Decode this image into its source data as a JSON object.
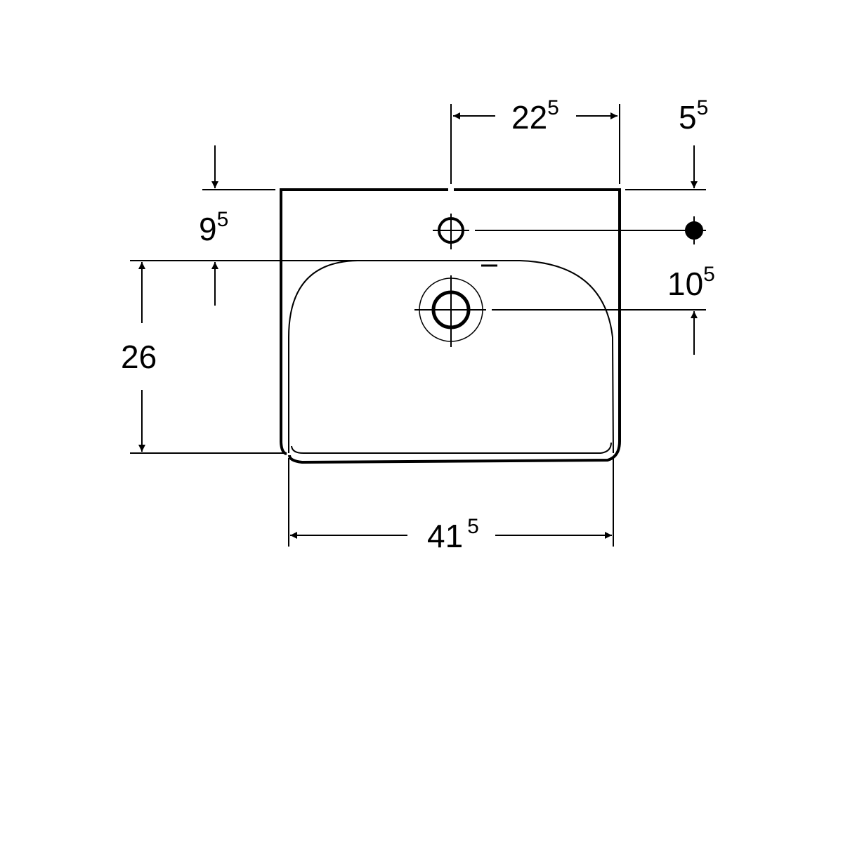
{
  "drawing": {
    "title": "Washbasin dimension drawing",
    "dimensions": {
      "tap_offset": {
        "main": "22",
        "sup": "5"
      },
      "tap_to_edge": {
        "main": "5",
        "sup": "5"
      },
      "rim_depth": {
        "main": "9",
        "sup": "5"
      },
      "drain_offset": {
        "main": "10",
        "sup": "5"
      },
      "bowl_depth": {
        "main": "26",
        "sup": ""
      },
      "bowl_width": {
        "main": "41",
        "sup": "5"
      }
    },
    "line_color": "#000000"
  }
}
